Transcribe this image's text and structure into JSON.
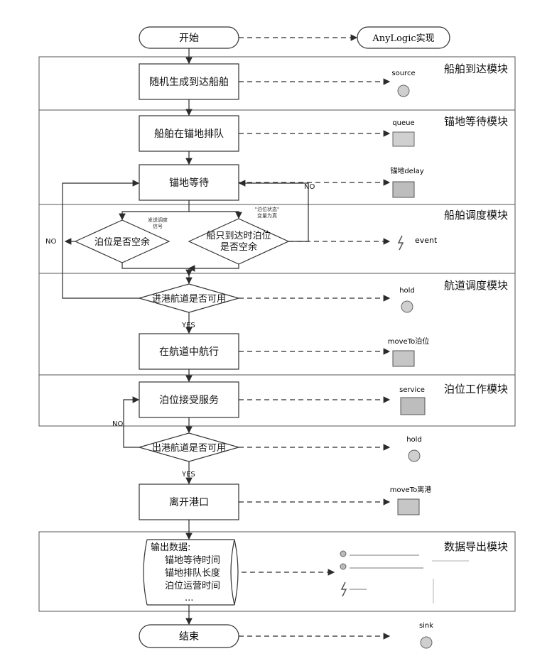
{
  "start": "开始",
  "end": "结束",
  "anylogic": "AnyLogic实现",
  "modules": {
    "arrival": "船舶到达模块",
    "anchor": "锚地等待模块",
    "dispatch": "船舶调度模块",
    "channel": "航道调度模块",
    "berth": "泊位工作模块",
    "export": "数据导出模块"
  },
  "process": {
    "generate": "随机生成到达船舶",
    "queue": "船舶在锚地排队",
    "wait": "锚地等待",
    "sail": "在航道中航行",
    "service": "泊位接受服务",
    "leave": "离开港口"
  },
  "decisions": {
    "berth_free": "泊位是否空余",
    "arrival_berth_1": "船只到达时泊位",
    "arrival_berth_2": "是否空余",
    "enter_channel": "进港航道是否可用",
    "exit_channel": "出港航道是否可用"
  },
  "small_notes": {
    "note1_1": "发送调度",
    "note1_2": "信号",
    "note2_1": "\"泊位状态\"",
    "note2_2": "变量为真"
  },
  "labels": {
    "no": "NO",
    "yes": "YES"
  },
  "output": {
    "title": "输出数据:",
    "items": [
      "锚地等待时间",
      "锚地排队长度",
      "泊位运营时间",
      "..."
    ]
  },
  "anylogic_blocks": {
    "source": "source",
    "queue": "queue",
    "delay": "锚地delay",
    "event": "event",
    "hold1": "hold",
    "move1": "moveTo泊位",
    "service": "service",
    "hold2": "hold",
    "move2": "moveTo离港",
    "sink": "sink"
  },
  "colors": {
    "line": "#2b2b2b",
    "icon_bg": "#d9d9d9",
    "icon_dark": "#555555"
  }
}
